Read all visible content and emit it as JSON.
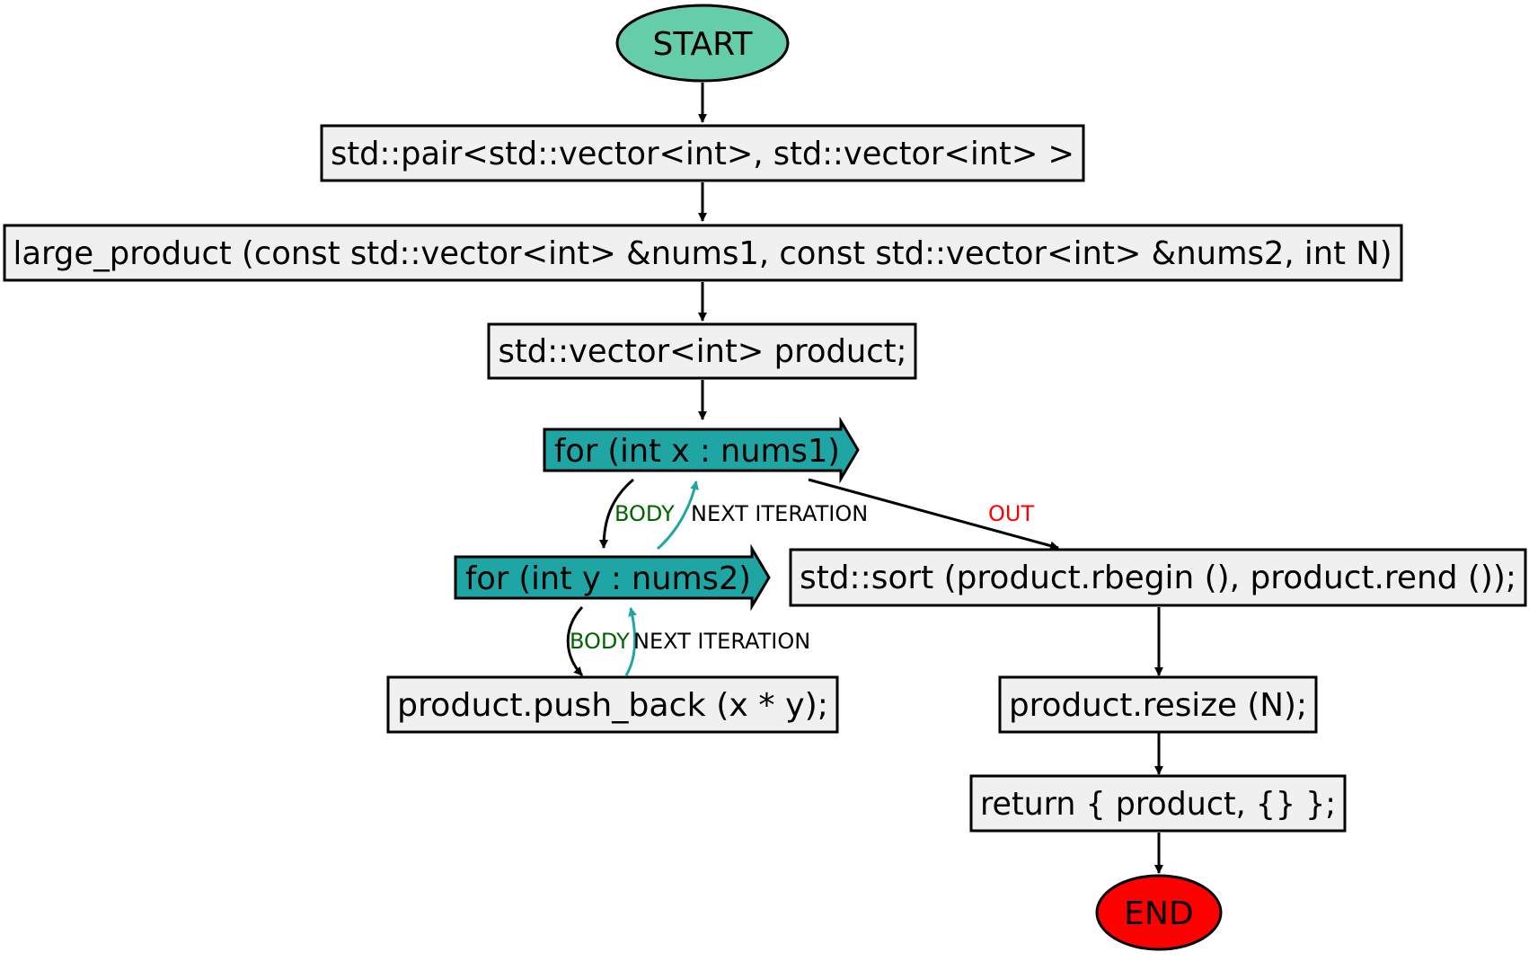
{
  "colors": {
    "start_fill": "#66cdaa",
    "end_fill": "#ff0000",
    "box_fill": "#f0f0f0",
    "loop_fill": "#20a5a5",
    "body_label": "#006400",
    "next_label": "#000000",
    "out_label": "#ff0000",
    "next_arrow": "#20a5a5",
    "edge": "#000000"
  },
  "nodes": {
    "start": "START",
    "signature_return": "std::pair<std::vector<int>, std::vector<int> >",
    "signature": "large_product (const std::vector<int> &nums1, const std::vector<int> &nums2, int N)",
    "decl": "std::vector<int> product;",
    "loop_x": "for (int x : nums1)",
    "loop_y": "for (int y : nums2)",
    "push": "product.push_back (x * y);",
    "sort": "std::sort (product.rbegin (), product.rend ());",
    "resize": "product.resize (N);",
    "return": "return { product, {} };",
    "end": "END"
  },
  "edge_labels": {
    "body_x": "BODY",
    "next_x": "NEXT ITERATION",
    "out_x": "OUT",
    "body_y": "BODY",
    "next_y": "NEXT ITERATION"
  }
}
